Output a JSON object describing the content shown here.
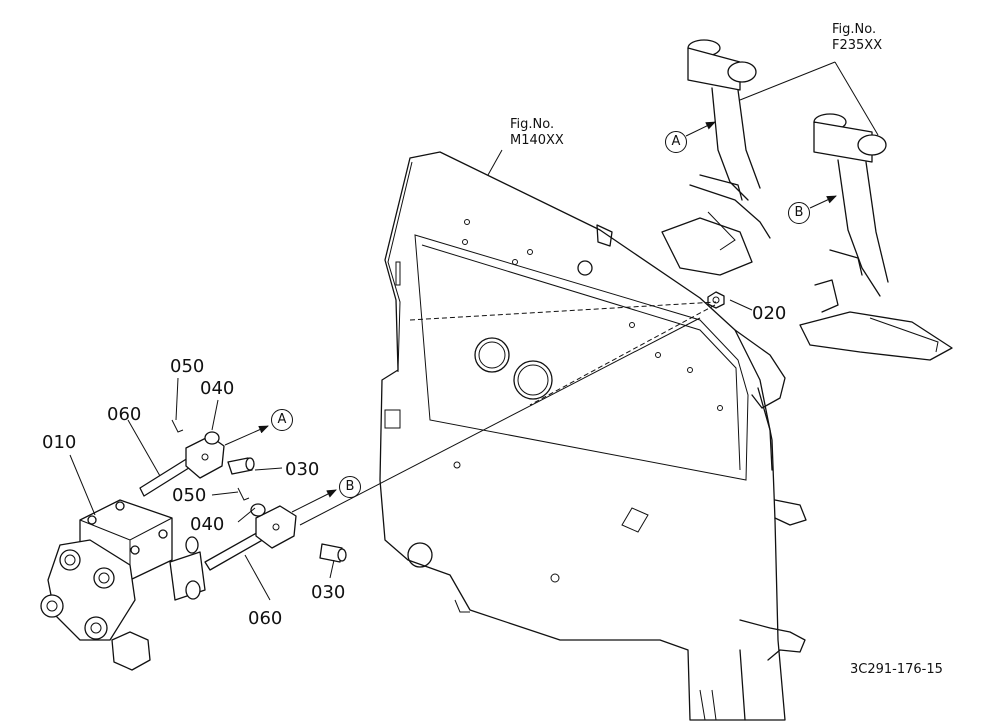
{
  "figure_refs": [
    {
      "line1": "Fig.No.",
      "line2": "F235XX"
    },
    {
      "line1": "Fig.No.",
      "line2": "M140XX"
    }
  ],
  "part_labels": {
    "p010": "010",
    "p020": "020",
    "p030_upper": "030",
    "p030_lower": "030",
    "p040_upper": "040",
    "p040_lower": "040",
    "p050_upper": "050",
    "p050_lower": "050",
    "p060_upper": "060",
    "p060_lower": "060"
  },
  "markers": {
    "a_pedal": "A",
    "b_pedal": "B",
    "a_rod": "A",
    "b_rod": "B"
  },
  "drawing_code": "3C291-176-15"
}
